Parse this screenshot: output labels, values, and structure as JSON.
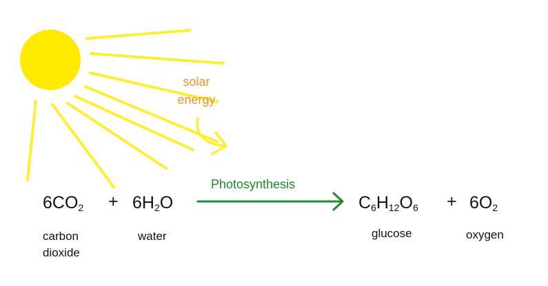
{
  "colors": {
    "sun": "#ffea00",
    "ray": "#ffee33",
    "solar_text": "#f5922a",
    "process": "#1e8a2c",
    "text": "#111111"
  },
  "solar_energy": {
    "line1": "solar",
    "line2": "energy"
  },
  "process_label": "Photosynthesis",
  "reactants": [
    {
      "coef": "6",
      "el1": "CO",
      "sub1": "2",
      "name_line1": "carbon",
      "name_line2": "dioxide"
    },
    {
      "coef": "6",
      "el1": "H",
      "sub1": "2",
      "el2": "O",
      "name": "water"
    }
  ],
  "products": [
    {
      "el1": "C",
      "sub1": "6",
      "el2": "H",
      "sub2": "12",
      "el3": "O",
      "sub3": "6",
      "name": "glucose"
    },
    {
      "coef": "6",
      "el1": "O",
      "sub1": "2",
      "name": "oxygen"
    }
  ],
  "plus": "+"
}
